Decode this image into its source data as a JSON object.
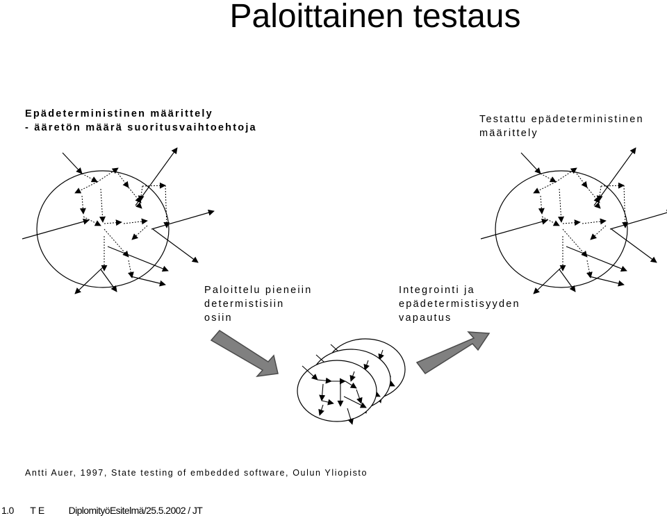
{
  "title": "Paloittainen testaus",
  "top_left": {
    "line1": "Epädeterministinen määrittely",
    "line2": "- ääretön määrä suoritusvaihtoehtoja"
  },
  "top_right": {
    "line1": "Testattu epädeterministinen",
    "line2": "määrittely"
  },
  "middle_left": {
    "line1": "Paloittelu pieneiin",
    "line2": "determistisiin",
    "line3": "osiin"
  },
  "middle_right": {
    "line1": "Integrointi ja",
    "line2": "epädetermistisyyden",
    "line3": "vapautus"
  },
  "credit": "Antti Auer, 1997, State testing of embedded software, Oulun Yliopisto",
  "footer": {
    "version": "1.0",
    "dept": "TE",
    "doc": "DiplomityöEsitelmä/25.5.2002 / JT"
  },
  "colors": {
    "arrow_fill": "#808080",
    "arrow_edge": "#4a4a4a",
    "stroke": "#000000"
  },
  "icons": [
    "state-graph-diagram",
    "stacked-graph-pieces",
    "block-arrow-right-down",
    "block-arrow-right-up"
  ]
}
